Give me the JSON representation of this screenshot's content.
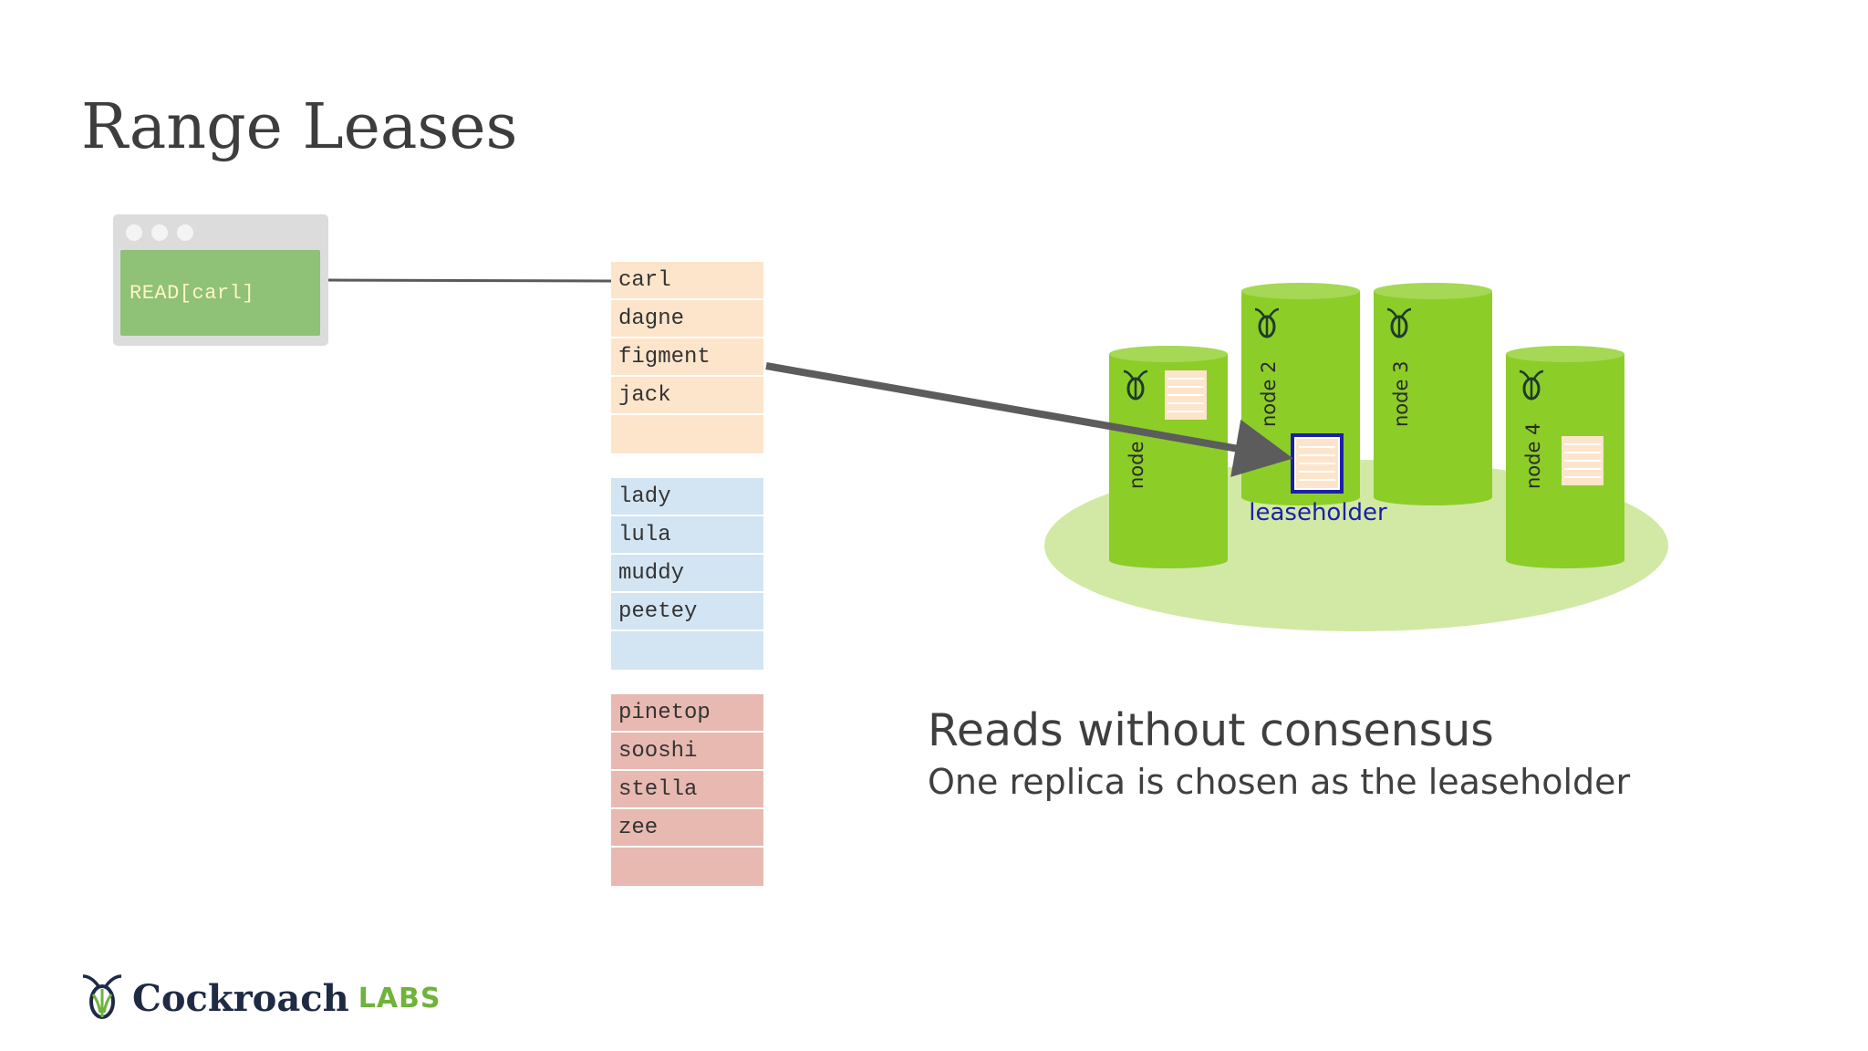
{
  "slide": {
    "title": "Range Leases",
    "caption_main": "Reads without consensus",
    "caption_sub": "One replica is chosen as the leaseholder"
  },
  "client": {
    "command": "READ[carl]"
  },
  "ranges": [
    {
      "color": "#fde5cc",
      "keys": [
        "carl",
        "dagne",
        "figment",
        "jack",
        ""
      ]
    },
    {
      "color": "#d3e5f3",
      "keys": [
        "lady",
        "lula",
        "muddy",
        "peetey",
        ""
      ]
    },
    {
      "color": "#e8b9b1",
      "keys": [
        "pinetop",
        "sooshi",
        "stella",
        "zee",
        ""
      ]
    }
  ],
  "cluster": {
    "nodes": [
      {
        "label": "node"
      },
      {
        "label": "node 2"
      },
      {
        "label": "node 3"
      },
      {
        "label": "node 4"
      }
    ],
    "leaseholder_label": "leaseholder",
    "colors": {
      "node": "#8ccd28",
      "platform": "#d2e9a5",
      "leaseholder": "#1b20a8",
      "arrow": "#5c5c5c"
    }
  },
  "logo": {
    "name": "Cockroach",
    "suffix": "LABS"
  }
}
